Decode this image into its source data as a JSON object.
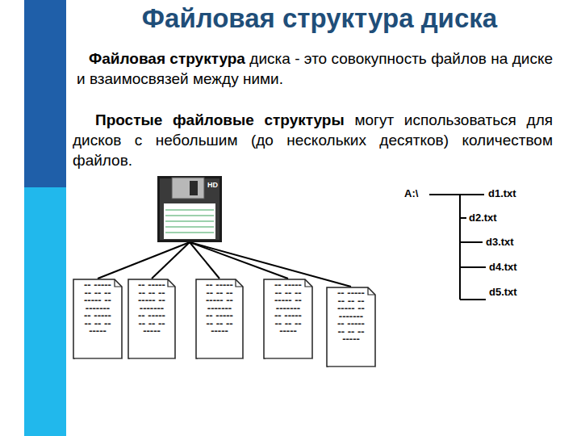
{
  "diagram": {
    "title": "Файловая структура диска",
    "nodes": [
      {
        "text": [
          "HD"
        ]
      },
      {
        "text": [
          "-- ------- -- ------- -- ------- -- ------- -- -------"
        ]
      },
      {
        "text": [
          "-- ------- -- ------- -- ------- -- ------- -- -------"
        ]
      },
      {
        "text": [
          "-- ------- -- ------- -- ------- -- ------- -- -------"
        ]
      },
      {
        "text": [
          "-- ------- -- ------- -- ------- -- ------- -- -------"
        ]
      },
      {
        "text": [
          "-- ------- -- ------- -- ------- -- ------- -- -------"
        ]
      }
    ],
    "edges": [
      {
        "from": 0,
        "to": 1,
        "arrow": "none"
      },
      {
        "from": 0,
        "to": 2,
        "arrow": "none"
      },
      {
        "from": 0,
        "to": 3,
        "arrow": "none"
      },
      {
        "from": 0,
        "to": 4,
        "arrow": "none"
      },
      {
        "from": 0,
        "to": 5,
        "arrow": "none"
      }
    ],
    "labels": [
      "Файловая структура",
      "диска - это совокупность файлов на диске и взаимосвязей между ними.",
      "Простые файловые структуры",
      "могут использоваться для дисков с небольшим (до нескольких десятков) количеством файлов.",
      "A:\\",
      "d1.txt",
      "d2.txt",
      "d3.txt",
      "d4.txt",
      "d5.txt"
    ]
  }
}
